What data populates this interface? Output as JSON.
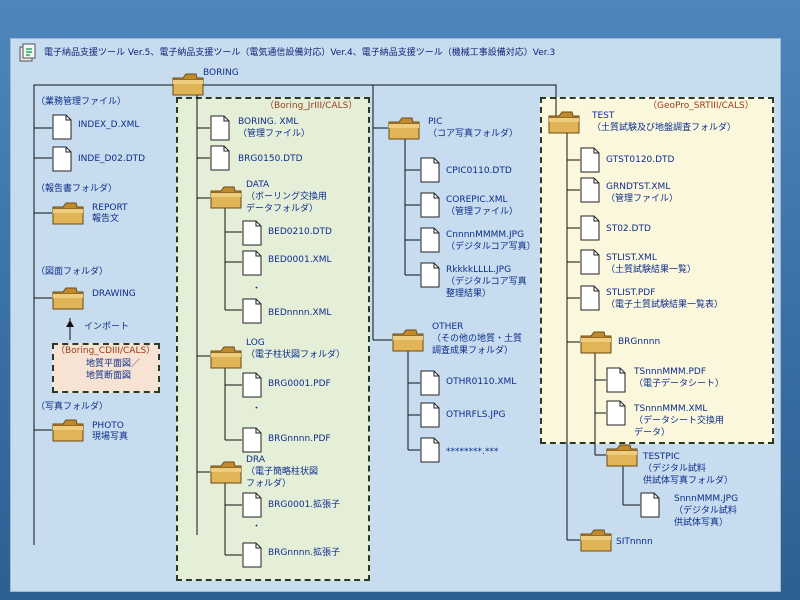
{
  "title": "電子納品支援ツール Ver.5、電子納品支援ツール（電気通信設備対応）Ver.4、電子納品支援ツール（機械工事設備対応）Ver.3",
  "root": {
    "label": "BORING"
  },
  "left": {
    "g1": {
      "label": "（業務管理ファイル）",
      "files": [
        "INDEX_D.XML",
        "INDE_D02.DTD"
      ]
    },
    "g2": {
      "label": "（報告書フォルダ）",
      "folder": [
        "REPORT",
        "報告文"
      ]
    },
    "g3": {
      "label": "（図面フォルダ）",
      "folder": "DRAWING",
      "import": "インポート",
      "box_header": "（Boring_CDIII/CALS）",
      "box_lines": [
        "地質平面図／",
        "地質断面図"
      ]
    },
    "g4": {
      "label": "（写真フォルダ）",
      "folder": [
        "PHOTO",
        "現場写真"
      ]
    }
  },
  "mid": {
    "header": "（Boring_JrIII/CALS）",
    "f1": [
      "BORING. XML",
      "（管理ファイル）"
    ],
    "f2": "BRG0150.DTD",
    "data": [
      "DATA",
      "（ボーリング交換用",
      "データフォルダ）"
    ],
    "data_files": [
      "BED0210.DTD",
      "BED0001.XML",
      "BEDnnnn.XML"
    ],
    "log": [
      "LOG",
      "（電子柱状図フォルダ）"
    ],
    "log_files": [
      "BRG0001.PDF",
      "BRGnnnn.PDF"
    ],
    "dra": [
      "DRA",
      "（電子簡略柱状図",
      "フォルダ）"
    ],
    "dra_files": [
      "BRG0001.拡張子",
      "BRGnnnn.拡張子"
    ],
    "dots": "・"
  },
  "pic": {
    "folder": [
      "PIC",
      "（コア写真フォルダ）"
    ],
    "files": [
      [
        "CPIC0110.DTD"
      ],
      [
        "COREPIC.XML",
        "（管理ファイル）"
      ],
      [
        "CnnnnMMMM.JPG",
        "（デジタルコア写真）"
      ],
      [
        "RkkkkLLLL.JPG",
        "（デジタルコア写真",
        "整理結果）"
      ]
    ]
  },
  "other": {
    "folder": [
      "OTHER",
      "（その他の地質・土質",
      "調査成果フォルダ）"
    ],
    "files": [
      "OTHR0110.XML",
      "OTHRFLS.JPG",
      "********.***"
    ]
  },
  "test": {
    "header": "（GeoPro_SRTIII/CALS）",
    "folder": [
      "TEST",
      "（土質試験及び地盤調査フォルダ）"
    ],
    "files": [
      [
        "GTST0120.DTD"
      ],
      [
        "GRNDTST.XML",
        "（管理ファイル）"
      ],
      [
        "ST02.DTD"
      ],
      [
        "STLIST.XML",
        "（土質試験結果一覧）"
      ],
      [
        "STLIST.PDF",
        "（電子土質試験結果一覧表）"
      ]
    ],
    "brg": "BRGnnnn",
    "brg_files": [
      [
        "TSnnnMMM.PDF",
        "（電子データシート）"
      ],
      [
        "TSnnnMMM.XML",
        "（データシート交換用",
        "データ）"
      ]
    ],
    "testpic": [
      "TESTPIC",
      "（デジタル試料",
      "供試体写真フォルダ）"
    ],
    "testpic_file": [
      "SnnnMMM.JPG",
      "（デジタル試料",
      "供試体写真）"
    ],
    "sit": "SITnnnn"
  },
  "colors": {
    "background": "#3c73ab",
    "panel": "#c7dcee",
    "green_box": "#e5efd8",
    "yellow_box": "#fbf7dc",
    "pink_box": "#f6e3d3",
    "folder": "#d7a647",
    "text": "#0d2d8c",
    "header_text": "#9a3b1a"
  }
}
